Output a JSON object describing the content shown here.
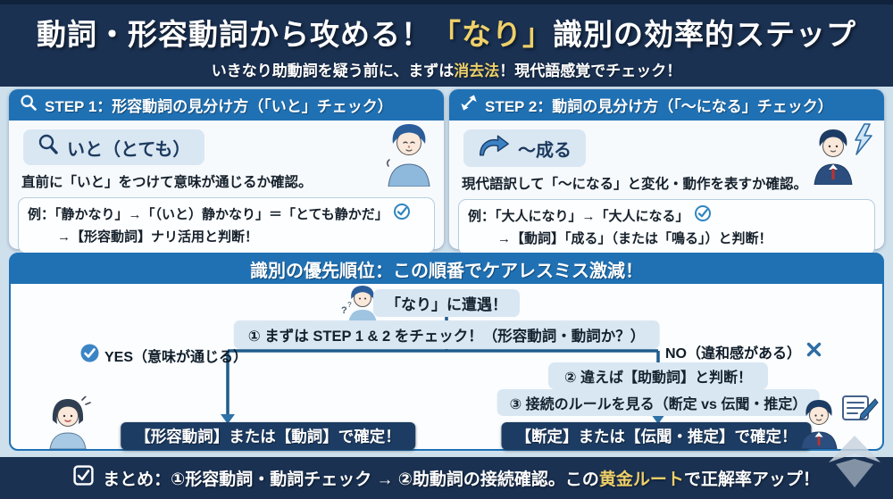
{
  "colors": {
    "navy_band": "#1a3152",
    "accent_gold": "#eed06a",
    "panel_header_blue": "#2071b4",
    "panel_body": "#f7fafd",
    "badge_light_blue": "#d9e7f3",
    "content_background": "#cfe0ed",
    "result_pill_navy": "#1d3c63",
    "flow_line_blue": "#1f5c8c",
    "check_blue": "#3c85c5"
  },
  "header": {
    "title_pre": "動詞・形容動詞から攻める！",
    "title_accent": "「なり」",
    "title_post": "識別の効率的ステップ",
    "subtitle_pre": "いきなり助動詞を疑う前に、まずは",
    "subtitle_accent": "消去法",
    "subtitle_post": "！現代語感覚でチェック！"
  },
  "steps": [
    {
      "header": "STEP 1：形容動詞の見分け方（「いと」チェック）",
      "keyword": "いと（とても）",
      "description": "直前に「いと」をつけて意味が通じるか確認。",
      "example_line1": "例：「静かなり」→「（いと）静かなり」＝「とても静かだ」",
      "example_line2": "→【形容動詞】ナリ活用と判断！"
    },
    {
      "header": "STEP 2：動詞の見分け方（「〜になる」チェック）",
      "keyword": "〜成る",
      "description": "現代語訳して「〜になる」と変化・動作を表すか確認。",
      "example_line1": "例：「大人になり」→「大人になる」",
      "example_line2": "→【動詞】「成る」（または「鳴る」）と判断！"
    }
  ],
  "priority": {
    "header": "識別の優先順位：この順番でケアレスミス激減！",
    "encounter": "「なり」に遭遇！",
    "first_check": "① まずは STEP 1 & 2 をチェック！（形容動詞・動詞か？）",
    "yes_label": "YES（意味が通じる）",
    "no_label": "NO（違和感がある）",
    "judge_auxiliary": "② 違えば【助動詞】と判断！",
    "connection_rule": "③ 接続のルールを見る（断定 vs 伝聞・推定）",
    "result_left": "【形容動詞】または【動詞】で確定！",
    "result_right": "【断定】または【伝聞・推定】で確定！"
  },
  "footer": {
    "summary_pre": "まとめ：①形容動詞・動詞チェック → ②助動詞の接続確認。この",
    "summary_accent": "黄金ルート",
    "summary_post": "で正解率アップ！"
  },
  "icons": [
    "magnifier-icon",
    "expand-arrows-icon",
    "curved-arrow-icon",
    "check-circle-icon",
    "yes-check-icon",
    "x-mark-icon",
    "checkbox-icon",
    "lightning-icon",
    "document-pen-icon",
    "thinking-person-icon",
    "suit-person-icon",
    "question-person-icon",
    "woman-person-icon",
    "decor-diamond"
  ]
}
